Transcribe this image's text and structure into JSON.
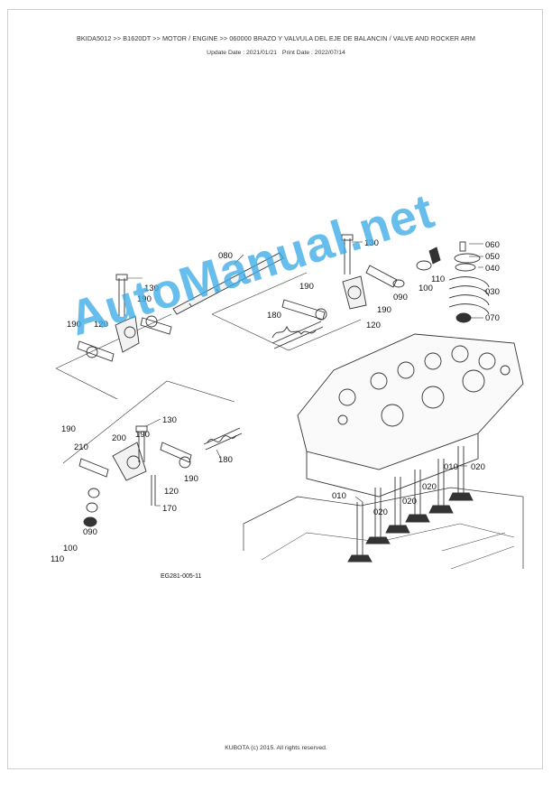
{
  "header": {
    "breadcrumb": "BKIDA5012 >> B1620DT >> MOTOR / ENGINE >> 060000   BRAZO Y VALVULA DEL EJE DE BALANCIN / VALVE AND ROCKER ARM",
    "update_date": "Update Date : 2021/01/21",
    "print_date": "Print Date : 2022/07/14"
  },
  "diagram": {
    "callouts": {
      "c010a": "010",
      "c010b": "010",
      "c020a": "020",
      "c020b": "020",
      "c020c": "020",
      "c020d": "020",
      "c030": "030",
      "c040": "040",
      "c050": "050",
      "c060": "060",
      "c070": "070",
      "c080": "080",
      "c090a": "090",
      "c090b": "090",
      "c100a": "100",
      "c100b": "100",
      "c110a": "110",
      "c110b": "110",
      "c120a": "120",
      "c120b": "120",
      "c120c": "120",
      "c130a": "130",
      "c130b": "130",
      "c130c": "130",
      "c170": "170",
      "c180a": "180",
      "c180b": "180",
      "c190a": "190",
      "c190b": "190",
      "c190c": "190",
      "c190d": "190",
      "c190e": "190",
      "c190f": "190",
      "c190g": "190",
      "c200": "200",
      "c210": "210"
    },
    "figure_code": "EG281-005-11"
  },
  "watermark": "AutoManual.net",
  "footer": {
    "copyright": "KUBOTA (c) 2015. All rights reserved."
  }
}
